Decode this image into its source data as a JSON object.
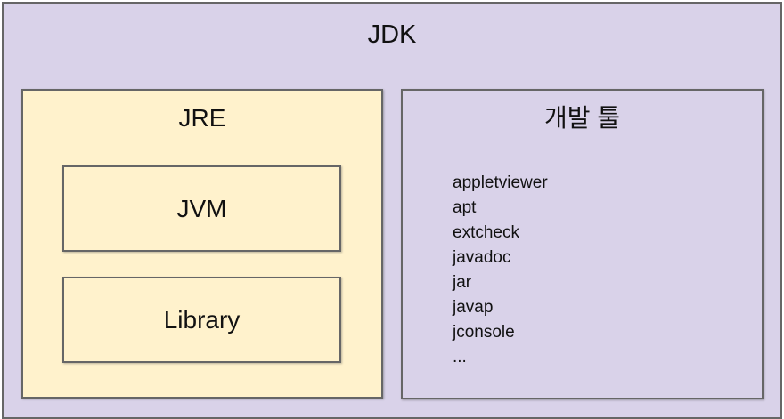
{
  "diagram": {
    "title": "JDK",
    "jre": {
      "title": "JRE",
      "components": [
        {
          "label": "JVM"
        },
        {
          "label": "Library"
        }
      ]
    },
    "dev_tools": {
      "title": "개발 툴",
      "tools": [
        "appletviewer",
        "apt",
        "extcheck",
        "javadoc",
        "jar",
        "javap",
        "jconsole",
        "..."
      ]
    },
    "colors": {
      "outer_bg": "#d9d2e9",
      "jre_bg": "#fff2cc",
      "border": "#666666",
      "text": "#111111"
    }
  }
}
